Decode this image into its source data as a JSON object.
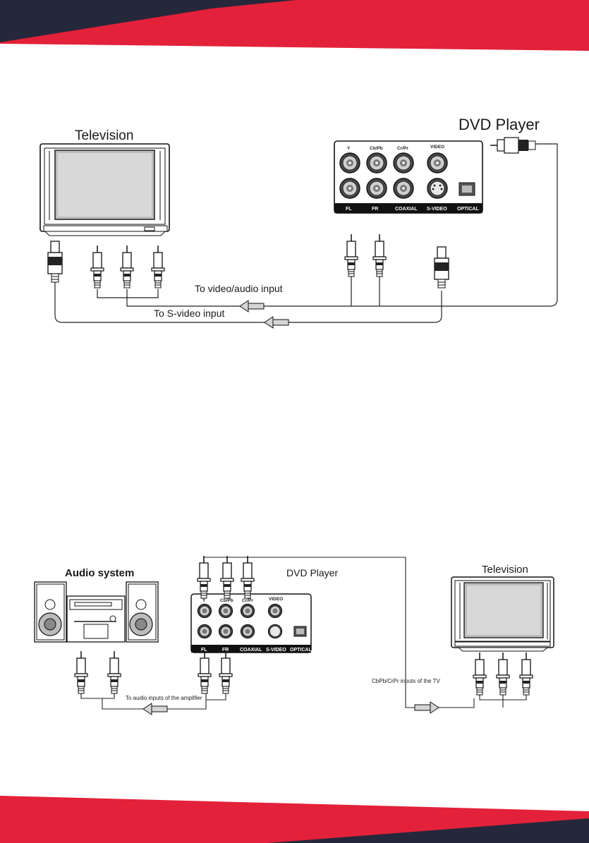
{
  "diagram1": {
    "tv_label": "Television",
    "dvd_label": "DVD Player",
    "jacks_top": [
      "Y",
      "Cb/Pb",
      "Cr/Pr",
      "VIDEO"
    ],
    "jacks_bottom": [
      "FL",
      "FR",
      "COAXIAL",
      "S-VIDEO",
      "OPTICAL"
    ],
    "arrow1_label": "To video/audio input",
    "arrow2_label": "To S-video input"
  },
  "diagram2": {
    "audio_label": "Audio system",
    "dvd_label": "DVD Player",
    "tv_label": "Television",
    "jacks_top": [
      "Y",
      "Cb/Pb",
      "Cr/Pr",
      "VIDEO"
    ],
    "jacks_bottom": [
      "FL",
      "FR",
      "COAXIAL",
      "S-VIDEO",
      "OPTICAL"
    ],
    "amp_label": "To audio inputs of the amplifier",
    "tv_inputs_label": "CbPb/CrPr inputs of the TV"
  },
  "colors": {
    "red": "#e3213a",
    "navy": "#25283a"
  }
}
